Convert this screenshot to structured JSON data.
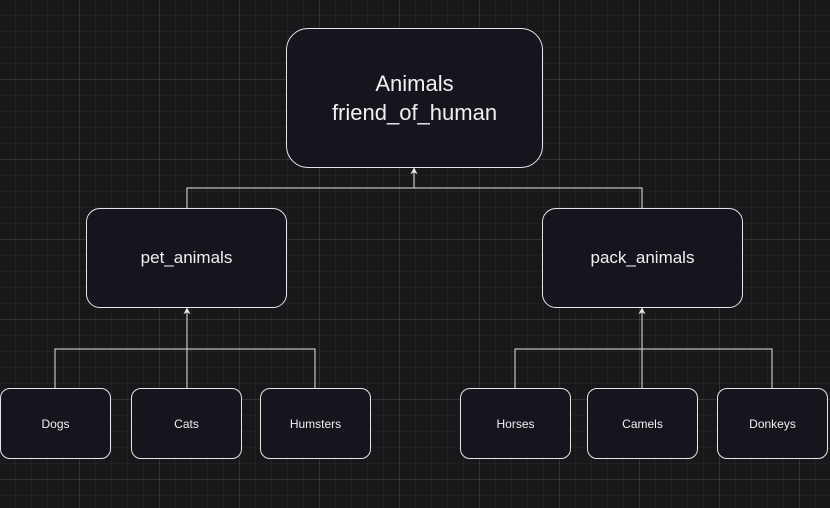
{
  "diagram": {
    "root": {
      "line1": "Animals",
      "line2": "friend_of_human"
    },
    "groups": [
      {
        "label": "pet_animals",
        "children": [
          "Dogs",
          "Cats",
          "Humsters"
        ]
      },
      {
        "label": "pack_animals",
        "children": [
          "Horses",
          "Camels",
          "Donkeys"
        ]
      }
    ]
  },
  "colors": {
    "background": "#18181b",
    "node_fill": "#18141d",
    "stroke": "#e6e6e6",
    "text": "#f0f0f0"
  }
}
